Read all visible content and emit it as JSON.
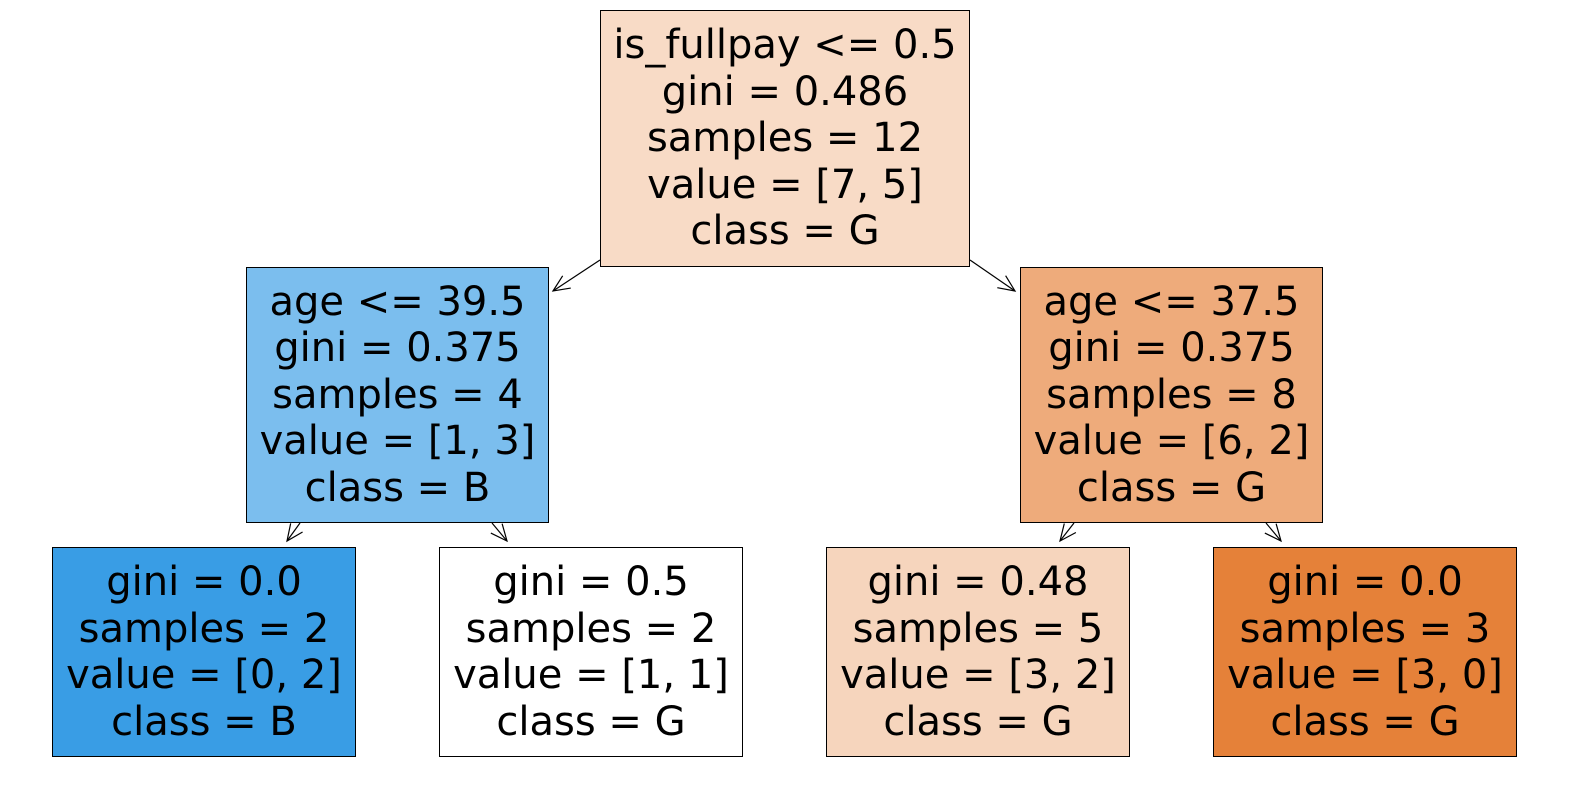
{
  "nodes": [
    {
      "id": "n0",
      "fill": "#f8dbc6",
      "lines": [
        "is_fullpay <= 0.5",
        "gini = 0.486",
        "samples = 12",
        "value = [7, 5]",
        "class = G"
      ]
    },
    {
      "id": "n1",
      "fill": "#7bbeee",
      "lines": [
        "age <= 39.5",
        "gini = 0.375",
        "samples = 4",
        "value = [1, 3]",
        "class = B"
      ]
    },
    {
      "id": "n2",
      "fill": "#eeab7b",
      "lines": [
        "age <= 37.5",
        "gini = 0.375",
        "samples = 8",
        "value = [6, 2]",
        "class = G"
      ]
    },
    {
      "id": "n3",
      "fill": "#399de5",
      "lines": [
        "gini = 0.0",
        "samples = 2",
        "value = [0, 2]",
        "class = B"
      ]
    },
    {
      "id": "n4",
      "fill": "#ffffff",
      "lines": [
        "gini = 0.5",
        "samples = 2",
        "value = [1, 1]",
        "class = G"
      ]
    },
    {
      "id": "n5",
      "fill": "#f6d5bd",
      "lines": [
        "gini = 0.48",
        "samples = 5",
        "value = [3, 2]",
        "class = G"
      ]
    },
    {
      "id": "n6",
      "fill": "#e58139",
      "lines": [
        "gini = 0.0",
        "samples = 3",
        "value = [3, 0]",
        "class = G"
      ]
    }
  ],
  "edges": [
    {
      "from": "n0",
      "to": "n1"
    },
    {
      "from": "n0",
      "to": "n2"
    },
    {
      "from": "n1",
      "to": "n3"
    },
    {
      "from": "n1",
      "to": "n4"
    },
    {
      "from": "n2",
      "to": "n5"
    },
    {
      "from": "n2",
      "to": "n6"
    }
  ]
}
